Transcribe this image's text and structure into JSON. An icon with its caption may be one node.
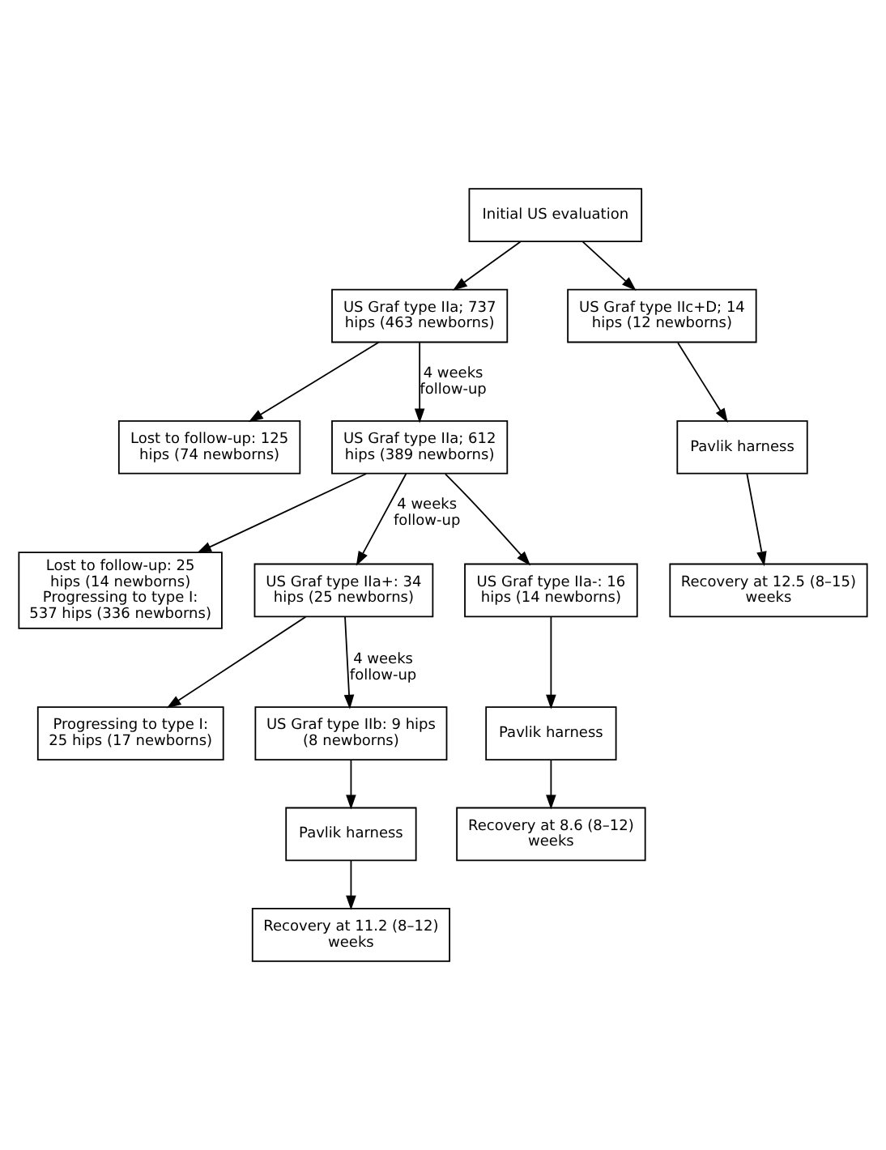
{
  "diagram": {
    "nodes": [
      {
        "text": [
          "Initial US evaluation"
        ]
      },
      {
        "text": [
          "US Graf type IIa; 737 hips (463 newborns)"
        ]
      },
      {
        "text": [
          "US Graf type IIc+D; 14 hips (12 newborns)"
        ]
      },
      {
        "text": [
          "Lost to follow-up: 125 hips (74 newborns)"
        ]
      },
      {
        "text": [
          "US Graf type IIa; 612 hips (389 newborns)"
        ]
      },
      {
        "text": [
          "Pavlik harness"
        ]
      },
      {
        "text": [
          "Recovery at 12.5 (8–15) weeks"
        ]
      },
      {
        "text": [
          "Lost to follow-up: 25 hips (14 newborns)",
          "Progressing to type I: 537 hips (336 newborns)"
        ]
      },
      {
        "text": [
          "US Graf type IIa+: 34 hips (25 newborns)"
        ]
      },
      {
        "text": [
          "US Graf type IIa-: 16 hips (14 newborns)"
        ]
      },
      {
        "text": [
          "Progressing to type I: 25 hips (17 newborns)"
        ]
      },
      {
        "text": [
          "Pavlik harness"
        ]
      },
      {
        "text": [
          "US Graf type IIb: 9 hips (8 newborns)"
        ]
      },
      {
        "text": [
          "Recovery at 8.6 (8–12) weeks"
        ]
      },
      {
        "text": [
          "Pavlik harness"
        ]
      },
      {
        "text": [
          "Recovery at 11.2 (8–12) weeks"
        ]
      }
    ],
    "edges": [
      {
        "from": 0,
        "to": 1,
        "arrow": "to"
      },
      {
        "from": 0,
        "to": 2,
        "arrow": "to"
      },
      {
        "from": 1,
        "to": 3,
        "arrow": "to"
      },
      {
        "from": 1,
        "to": 4,
        "arrow": "to",
        "label": "4 weeks follow-up"
      },
      {
        "from": 2,
        "to": 5,
        "arrow": "to"
      },
      {
        "from": 5,
        "to": 6,
        "arrow": "to"
      },
      {
        "from": 4,
        "to": 7,
        "arrow": "to"
      },
      {
        "from": 4,
        "to": 8,
        "arrow": "to",
        "label": "4 weeks follow-up"
      },
      {
        "from": 4,
        "to": 9,
        "arrow": "to"
      },
      {
        "from": 9,
        "to": 11,
        "arrow": "to"
      },
      {
        "from": 11,
        "to": 13,
        "arrow": "to"
      },
      {
        "from": 8,
        "to": 10,
        "arrow": "to"
      },
      {
        "from": 8,
        "to": 12,
        "arrow": "to",
        "label": "4 weeks follow-up"
      },
      {
        "from": 12,
        "to": 14,
        "arrow": "to"
      },
      {
        "from": 14,
        "to": 15,
        "arrow": "to"
      }
    ]
  }
}
